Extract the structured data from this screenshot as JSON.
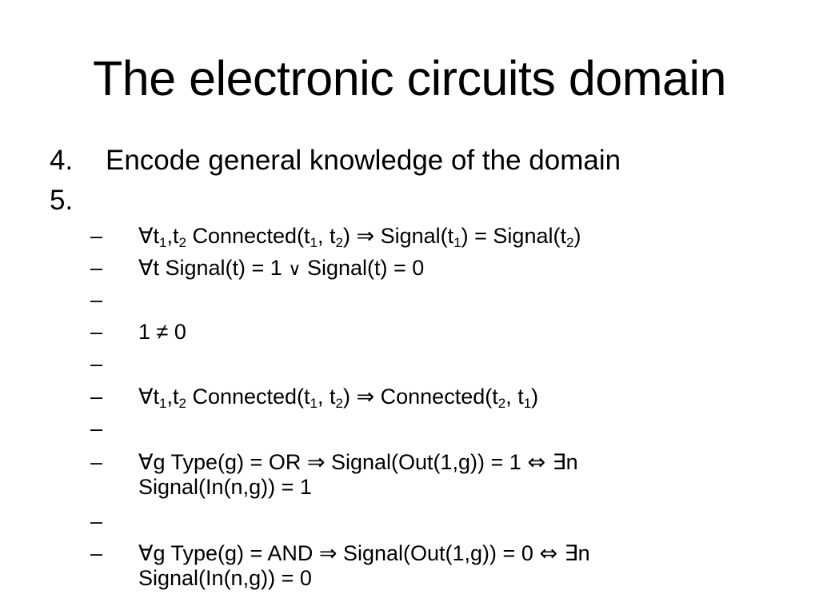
{
  "slide": {
    "title": "The electronic circuits domain",
    "items": [
      {
        "number": "4.",
        "text": "Encode general knowledge of the domain"
      },
      {
        "number": "5.",
        "text": ""
      }
    ],
    "dash": "–",
    "subitems": {
      "s1": {
        "forall": "∀",
        "t1": "t",
        "n1": "1",
        "comma1": ",t",
        "n2": "2",
        "conn": " Connected(t",
        "n3": "1",
        "mid": ", t",
        "n4": "2",
        "close": ") ",
        "implies": "⇒",
        "sig": " Signal(t",
        "n5": "1",
        "eq": ") = Signal(t",
        "n6": "2",
        "end": ")"
      },
      "s2": {
        "forall": "∀",
        "a": "t Signal(t) = 1 ",
        "or": "∨",
        "b": " Signal(t) = 0"
      },
      "s3": "1 ≠ 0",
      "s4": {
        "forall": "∀",
        "t1": "t",
        "n1": "1",
        "comma1": ",t",
        "n2": "2",
        "conn": " Connected(t",
        "n3": "1",
        "mid": ", t",
        "n4": "2",
        "close": ") ",
        "implies": "⇒",
        "conn2": " Connected(t",
        "n5": "2",
        "mid2": ", t",
        "n6": "1",
        "end": ")"
      },
      "s5": {
        "forall": "∀",
        "a": "g Type(g) = OR ",
        "implies": "⇒",
        "b": " Signal(Out(1,g)) = 1 ",
        "iff": "⇔",
        "exists": " ∃",
        "c": "n",
        "line2": "Signal(In(n,g)) = 1"
      },
      "s6": {
        "forall": "∀",
        "a": "g Type(g) = AND ",
        "implies": "⇒",
        "b": " Signal(Out(1,g)) = 0 ",
        "iff": "⇔",
        "exists": " ∃",
        "c": "n",
        "line2": "Signal(In(n,g)) = 0"
      }
    }
  }
}
